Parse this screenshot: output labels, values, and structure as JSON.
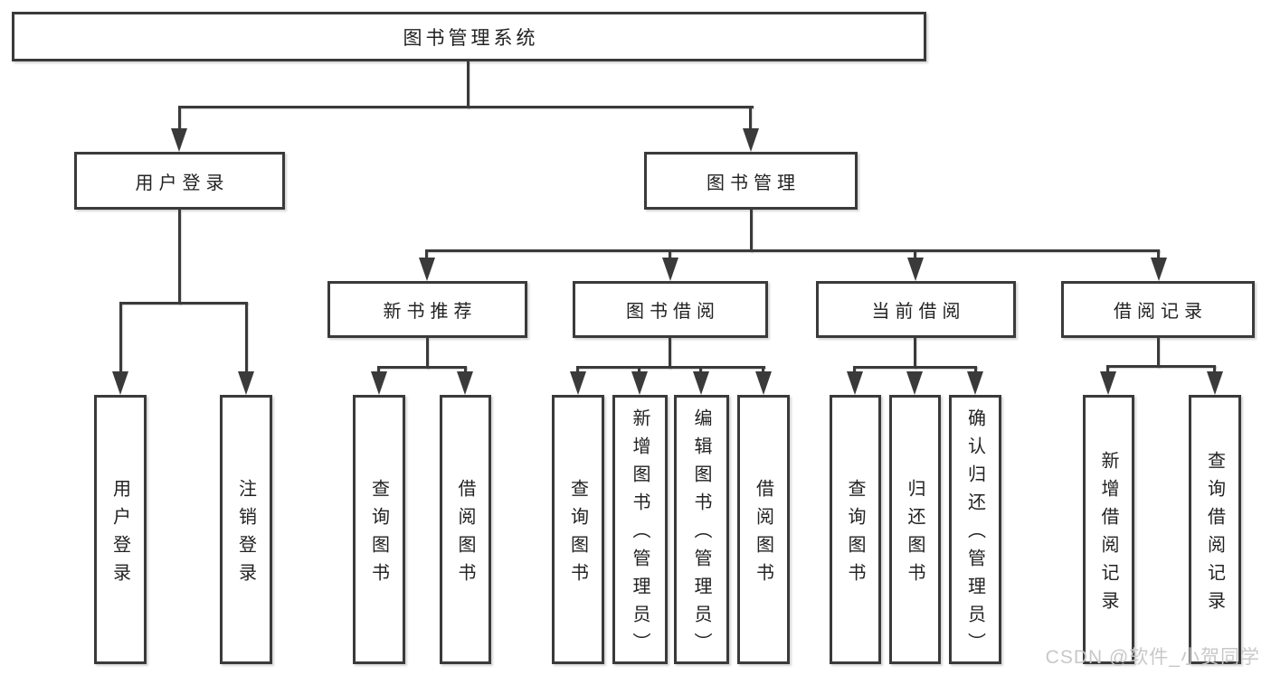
{
  "nodes": {
    "root": "图书管理系统",
    "user_login": "用户登录",
    "book_management": "图书管理",
    "new_book_recommend": "新书推荐",
    "book_borrow": "图书借阅",
    "current_borrow": "当前借阅",
    "borrow_records": "借阅记录",
    "leaf_user_login": "用户登录",
    "leaf_logout": "注销登录",
    "leaf_query_book_1": "查询图书",
    "leaf_borrow_book_1": "借阅图书",
    "leaf_query_book_2": "查询图书",
    "leaf_add_book_admin": "新增图书（管理员）",
    "leaf_edit_book_admin": "编辑图书（管理员）",
    "leaf_borrow_book_2": "借阅图书",
    "leaf_query_book_3": "查询图书",
    "leaf_return_book": "归还图书",
    "leaf_confirm_return_admin": "确认归还（管理员）",
    "leaf_add_borrow_record": "新增借阅记录",
    "leaf_query_borrow_record": "查询借阅记录"
  },
  "watermark": "CSDN @软件_小贺同学",
  "colors": {
    "line": "#3a3a3a",
    "text": "#222222",
    "watermark": "#c8c8c8",
    "background": "#ffffff"
  }
}
